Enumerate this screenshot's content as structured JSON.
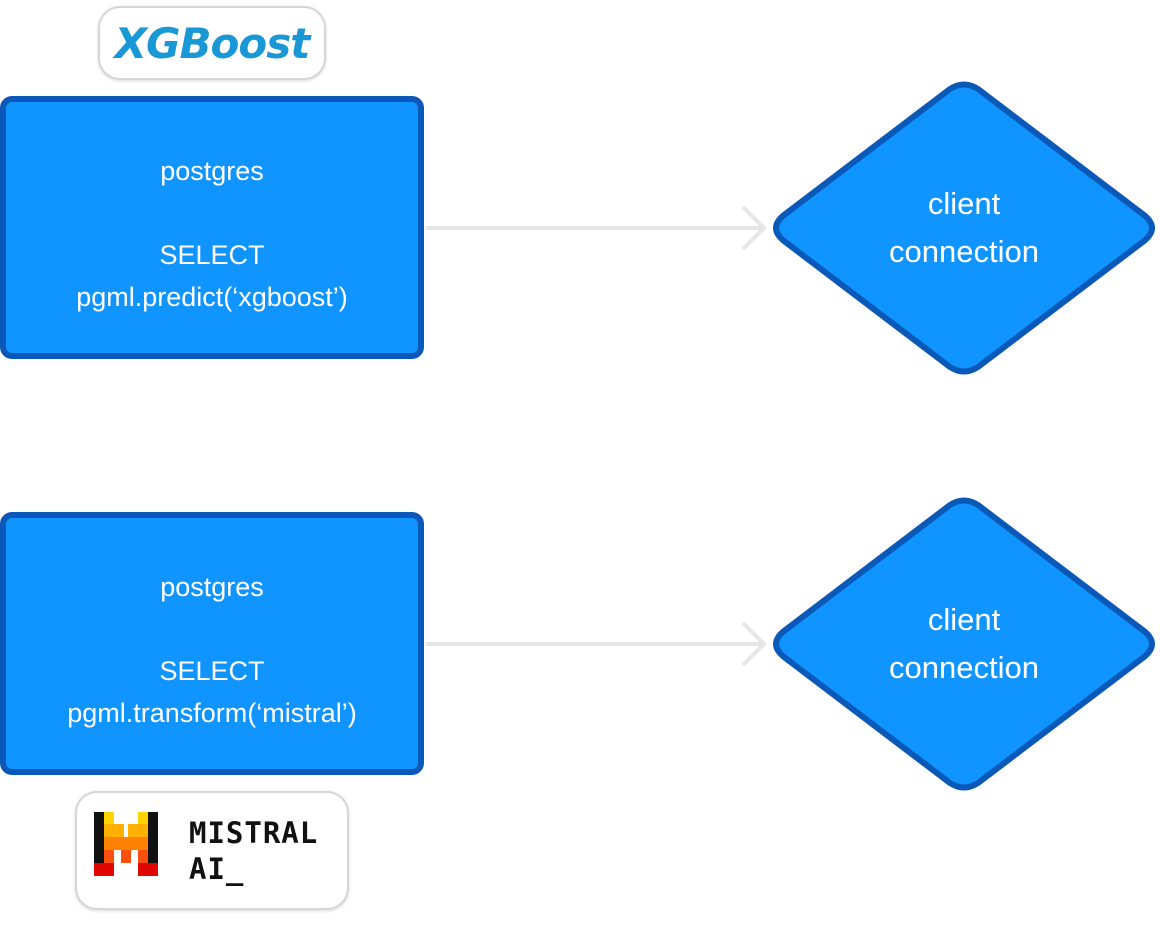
{
  "top_flow": {
    "logo_label": "XGBoost",
    "box_title": "postgres",
    "box_query_line1": "SELECT",
    "box_query_line2": "pgml.predict(‘xgboost’)",
    "target_line1": "client",
    "target_line2": "connection"
  },
  "bottom_flow": {
    "box_title": "postgres",
    "box_query_line1": "SELECT",
    "box_query_line2": "pgml.transform(‘mistral’)",
    "target_line1": "client",
    "target_line2": "connection",
    "logo_line1": "MISTRAL",
    "logo_line2": "AI_"
  },
  "colors": {
    "box_fill": "#1094ff",
    "box_border": "#0a58b8",
    "arrow": "#e6e6e6",
    "xgboost_logo": "#1a98d5"
  },
  "icons": [
    "xgboost-logo",
    "mistral-ai-logo",
    "arrow-right-icon"
  ]
}
